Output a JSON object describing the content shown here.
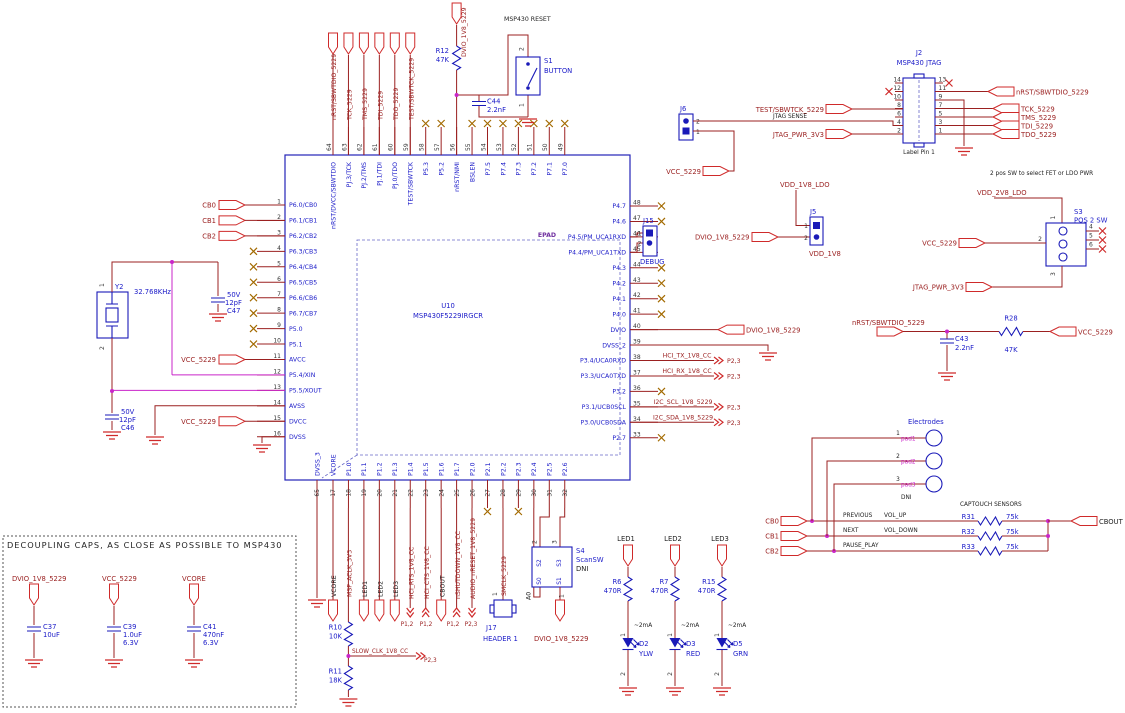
{
  "notes": {
    "reset": "MSP430 RESET",
    "sw": "2 pos SW to select FET or LDO PWR",
    "decoupling": "DECOUPLING CAPS, AS CLOSE AS POSSIBLE TO MSP430"
  },
  "nets": {
    "nrst_sbwtdio": "nRST/SBWTDIO_5229",
    "tck": "TCK_5229",
    "tms": "TMS_5229",
    "tdi": "TDI_5229",
    "tdo": "TDO_5229",
    "test_sbwtck": "TEST/SBWTCK_5229",
    "dvio_1v8": "DVIO_1V8_5229",
    "vcc_5229": "VCC_5229",
    "vcore": "VCORE",
    "jtag_pwr": "JTAG_PWR_3V3",
    "jtag_sense": "JTAG SENSE",
    "vdd_1v8_ldo": "VDD_1V8_LDO",
    "vdd_2v8_ldo": "VDD_2V8_LDO",
    "vdd_1v8": "VDD_1V8",
    "cb0": "CB0",
    "cb1": "CB1",
    "cb2": "CB2",
    "cbout": "CBOUT",
    "msp_aclk": "MSP_ACLK_3V3",
    "slow_clk": "SLOW_CLK_1V8_CC",
    "smclk": "SMCLK_5229",
    "hci_tx": "HCI_TX_1V8_CC",
    "hci_rx": "HCI_RX_1V8_CC",
    "i2c_scl": "I2C_SCL_1V8_5229",
    "i2c_sda": "I2C_SDA_1V8_5229",
    "hci_rts": "HCI_RTS_1V8_CC",
    "hci_cts": "HCI_CTS_1V8_CC",
    "nshutdown": "nSHUTDOWN_1V8_CC",
    "audio_nreset": "AUDIO_nRESET_1V8_5229",
    "led1": "LED1",
    "led2": "LED2",
    "led3": "LED3",
    "a0": "A0",
    "p12": "P1,2",
    "p23": "P2,3"
  },
  "chip": {
    "ref": "U10",
    "part": "MSP430F5229IRGCR",
    "epad": "EPAD",
    "top_ports": [
      "nRST/SBWTDIO_5229",
      "TCK_5229",
      "TMS_5229",
      "TDI_5229",
      "TDO_5229",
      "TEST/SBWTCK_5229"
    ],
    "left_pins": [
      {
        "num": "1",
        "name": "P6.0/CB0"
      },
      {
        "num": "2",
        "name": "P6.1/CB1"
      },
      {
        "num": "3",
        "name": "P6.2/CB2"
      },
      {
        "num": "4",
        "name": "P6.3/CB3",
        "nc": true
      },
      {
        "num": "5",
        "name": "P6.4/CB4",
        "nc": true
      },
      {
        "num": "6",
        "name": "P6.5/CB5",
        "nc": true
      },
      {
        "num": "7",
        "name": "P6.6/CB6",
        "nc": true
      },
      {
        "num": "8",
        "name": "P6.7/CB7",
        "nc": true
      },
      {
        "num": "9",
        "name": "P5.0",
        "nc": true
      },
      {
        "num": "10",
        "name": "P5.1",
        "nc": true
      },
      {
        "num": "11",
        "name": "AVCC"
      },
      {
        "num": "12",
        "name": "P5.4/XIN"
      },
      {
        "num": "13",
        "name": "P5.5/XOUT"
      },
      {
        "num": "14",
        "name": "AVSS"
      },
      {
        "num": "15",
        "name": "DVCC"
      },
      {
        "num": "16",
        "name": "DVSS"
      }
    ],
    "top_pins": [
      {
        "num": "64",
        "name": "nRST/DVCC/SBWTDIO"
      },
      {
        "num": "63",
        "name": "PJ.3/TCK"
      },
      {
        "num": "62",
        "name": "PJ.2/TMS"
      },
      {
        "num": "61",
        "name": "PJ.1/TDI"
      },
      {
        "num": "60",
        "name": "PJ.0/TDO"
      },
      {
        "num": "59",
        "name": "TEST/SBWTCK"
      },
      {
        "num": "58",
        "name": "P5.3",
        "nc": true
      },
      {
        "num": "57",
        "name": "P5.2",
        "nc": true
      },
      {
        "num": "56",
        "name": "nRST/NMI"
      },
      {
        "num": "55",
        "name": "BSLEN",
        "nc": true
      },
      {
        "num": "54",
        "name": "P7.5",
        "nc": true
      },
      {
        "num": "53",
        "name": "P7.4",
        "nc": true
      },
      {
        "num": "52",
        "name": "P7.3",
        "nc": true
      },
      {
        "num": "51",
        "name": "P7.2",
        "nc": true
      },
      {
        "num": "50",
        "name": "P7.1",
        "nc": true
      },
      {
        "num": "49",
        "name": "P7.0",
        "nc": true
      }
    ],
    "right_pins": [
      {
        "num": "48",
        "name": "P4.7",
        "nc": true
      },
      {
        "num": "47",
        "name": "P4.6",
        "nc": true
      },
      {
        "num": "46",
        "name": "P4.5/PM_UCA1RXD"
      },
      {
        "num": "45",
        "name": "P4.4/PM_UCA1TXD"
      },
      {
        "num": "44",
        "name": "P4.3",
        "nc": true
      },
      {
        "num": "43",
        "name": "P4.2",
        "nc": true
      },
      {
        "num": "42",
        "name": "P4.1",
        "nc": true
      },
      {
        "num": "41",
        "name": "P4.0",
        "nc": true
      },
      {
        "num": "40",
        "name": "DVIO"
      },
      {
        "num": "39",
        "name": "DVSS_2"
      },
      {
        "num": "38",
        "name": "P3.4/UCA0RXD"
      },
      {
        "num": "37",
        "name": "P3.3/UCA0TXD"
      },
      {
        "num": "36",
        "name": "P3.2",
        "nc": true
      },
      {
        "num": "35",
        "name": "P3.1/UCB0SCL"
      },
      {
        "num": "34",
        "name": "P3.0/UCB0SDA"
      },
      {
        "num": "33",
        "name": "P2.7",
        "nc": true
      }
    ],
    "bottom_pins": [
      {
        "num": "65",
        "name": "DVSS_3"
      },
      {
        "num": "17",
        "name": "VCORE"
      },
      {
        "num": "18",
        "name": "P1.0"
      },
      {
        "num": "19",
        "name": "P1.1"
      },
      {
        "num": "20",
        "name": "P1.2"
      },
      {
        "num": "21",
        "name": "P1.3"
      },
      {
        "num": "22",
        "name": "P1.4"
      },
      {
        "num": "23",
        "name": "P1.5"
      },
      {
        "num": "24",
        "name": "P1.6"
      },
      {
        "num": "25",
        "name": "P1.7"
      },
      {
        "num": "26",
        "name": "P2.0"
      },
      {
        "num": "27",
        "name": "P2.1",
        "nc": true
      },
      {
        "num": "28",
        "name": "P2.2"
      },
      {
        "num": "29",
        "name": "P2.3",
        "nc": true
      },
      {
        "num": "30",
        "name": "P2.4"
      },
      {
        "num": "31",
        "name": "P2.5"
      },
      {
        "num": "32",
        "name": "P2.6"
      }
    ]
  },
  "components": {
    "r12": {
      "ref": "R12",
      "value": "47K"
    },
    "r10": {
      "ref": "R10",
      "value": "10K"
    },
    "r11": {
      "ref": "R11",
      "value": "18K"
    },
    "r28": {
      "ref": "R28",
      "value": "47K"
    },
    "c44": {
      "ref": "C44",
      "value": "2.2nF"
    },
    "c43": {
      "ref": "C43",
      "value": "2.2nF"
    },
    "c46": {
      "ref": "C46",
      "value": "12pF",
      "rating": "50V"
    },
    "c47": {
      "ref": "C47",
      "value": "12pF",
      "rating": "50V"
    },
    "y2": {
      "ref": "Y2",
      "value": "32.768KHz",
      "pins": [
        "1",
        "2"
      ]
    },
    "s1": {
      "ref": "S1",
      "value": "BUTTON",
      "pins": [
        "1",
        "2"
      ]
    },
    "s3": {
      "ref": "S3",
      "value": "POS 2 SW",
      "pins": [
        "1",
        "2",
        "3",
        "4",
        "5",
        "6"
      ]
    },
    "s4": {
      "ref": "S4",
      "value": "ScanSW",
      "note": "DNI",
      "cells": [
        "S0",
        "S1",
        "S2",
        "S3"
      ],
      "pins": [
        "1",
        "2",
        "3"
      ]
    },
    "j2": {
      "ref": "J2",
      "value": "MSP430 JTAG",
      "note": "Label Pin 1",
      "left_pins": [
        "14",
        "12",
        "10",
        "8",
        "6",
        "4",
        "2"
      ],
      "right_pins": [
        "13",
        "11",
        "9",
        "7",
        "5",
        "3",
        "1"
      ]
    },
    "j5": {
      "ref": "J5",
      "pins": [
        "1",
        "2"
      ]
    },
    "j6": {
      "ref": "J6",
      "pins": [
        "1",
        "2"
      ]
    },
    "j15": {
      "ref": "J15",
      "value": "DEBUG",
      "pins": [
        "1",
        "2"
      ]
    },
    "j17": {
      "ref": "J17",
      "value": "HEADER 1",
      "pins": [
        "1"
      ]
    },
    "led_current": "~2mA",
    "diode_pins": [
      "1",
      "2"
    ]
  },
  "led_columns": [
    {
      "port": "LED1",
      "r_ref": "R6",
      "r_val": "470R",
      "d_ref": "D2",
      "d_val": "YLW"
    },
    {
      "port": "LED2",
      "r_ref": "R7",
      "r_val": "470R",
      "d_ref": "D3",
      "d_val": "RED"
    },
    {
      "port": "LED3",
      "r_ref": "R15",
      "r_val": "470R",
      "d_ref": "D5",
      "d_val": "GRN"
    }
  ],
  "electrodes": {
    "title": "Electrodes",
    "note": "DNI"
  },
  "captouch": {
    "title": "CAPTOUCH SENSORS",
    "rows": [
      {
        "cb": "CB0",
        "fn1": "PREVIOUS",
        "fn2": "VOL_UP",
        "res": "R31",
        "val": "75k",
        "pad": "pad1",
        "pin": "1"
      },
      {
        "cb": "CB1",
        "fn1": "NEXT",
        "fn2": "VOL_DOWN",
        "res": "R32",
        "val": "75k",
        "pad": "pad2",
        "pin": "2"
      },
      {
        "cb": "CB2",
        "fn1": "PAUSE_PLAY",
        "fn2": "",
        "res": "R33",
        "val": "75k",
        "pad": "pad3",
        "pin": "3"
      }
    ]
  },
  "decoupling": [
    {
      "net": "DVIO_1V8_5229",
      "ref": "C37",
      "val": "10uF",
      "rating": ""
    },
    {
      "net": "VCC_5229",
      "ref": "C39",
      "val": "1.0uF",
      "rating": "6.3V"
    },
    {
      "net": "VCORE",
      "ref": "C41",
      "val": "470nF",
      "rating": "6.3V"
    }
  ]
}
